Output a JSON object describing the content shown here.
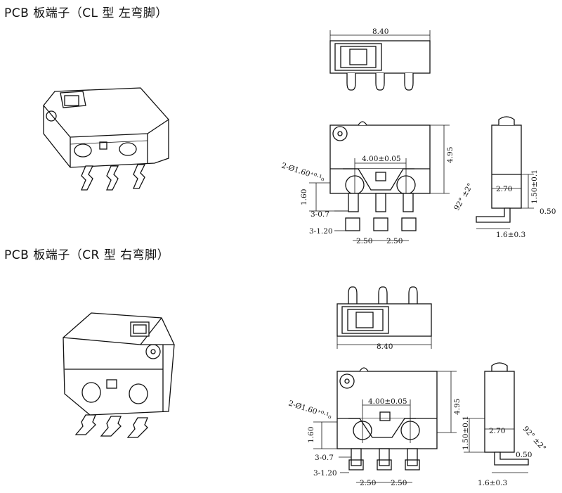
{
  "section1": {
    "title": "PCB 板端子（CL 型 左弯脚）"
  },
  "section2": {
    "title": "PCB 板端子（CR 型 右弯脚）"
  },
  "dims": {
    "width": "8.40",
    "height": "4.95",
    "hole_pitch": "4.00±0.05",
    "hole_dia": "2-Ø1.60⁺⁰·¹₀",
    "pin_w": "3-0.7",
    "pin_h": "3-1.20",
    "pitch": "2.50",
    "base": "1.60",
    "side_w": "2.70",
    "side_h": "1.50±0.1",
    "angle": "92° ±2°",
    "lead": "0.50",
    "foot": "1.6±0.3"
  }
}
